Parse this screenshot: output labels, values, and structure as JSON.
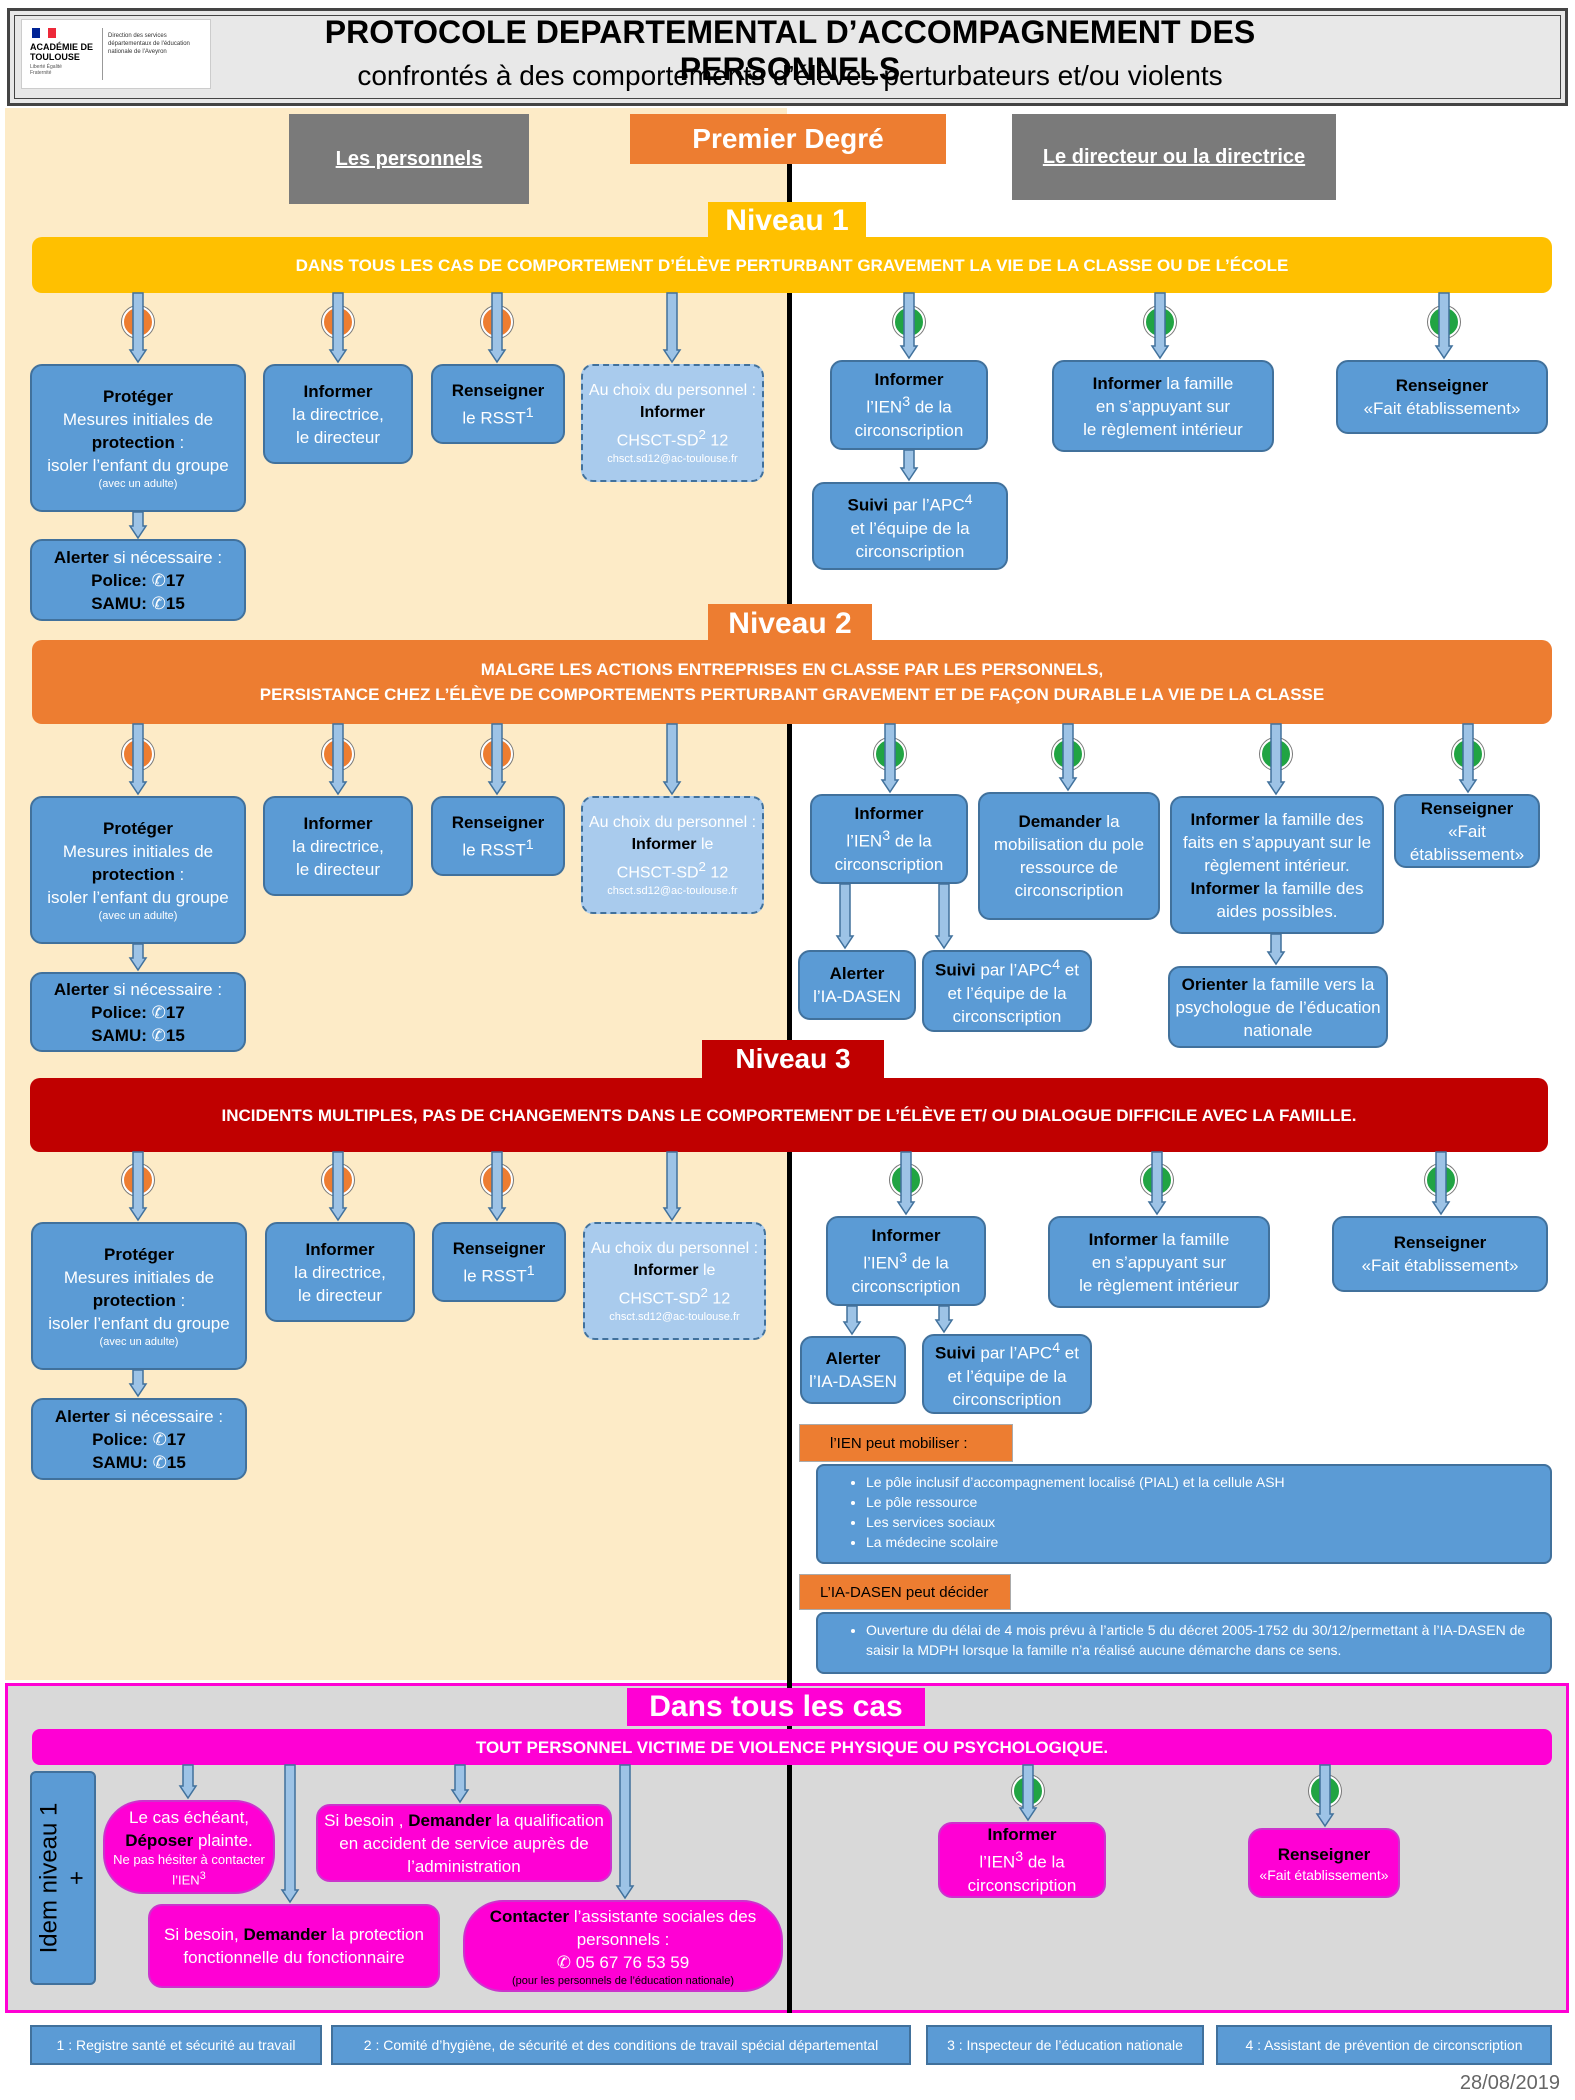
{
  "header": {
    "title": "PROTOCOLE DEPARTEMENTAL D’ACCOMPAGNEMENT DES PERSONNELS",
    "subtitle": "confrontés à des comportements d’élèves perturbateurs et/ou violents",
    "logo_academie": "ACADÉMIE DE TOULOUSE",
    "logo_motto": "Liberté Égalité Fraternité",
    "logo_service": "Direction des services départementaux de l'éducation nationale de l'Aveyron"
  },
  "columns": {
    "left": "Les personnels",
    "center": "Premier Degré",
    "right": "Le directeur ou la directrice "
  },
  "n1": {
    "title": "Niveau 1",
    "banner": "DANS TOUS LES CAS DE COMPORTEMENT D’ÉLÈVE PERTURBANT GRAVEMENT LA VIE DE LA CLASSE OU DE L’ÉCOLE",
    "colors": {
      "banner": "#ffc000"
    }
  },
  "n2": {
    "title": "Niveau 2",
    "banner1": "MALGRE LES ACTIONS ENTREPRISES EN CLASSE PAR LES PERSONNELS,",
    "banner2": "PERSISTANCE CHEZ L’ÉLÈVE DE COMPORTEMENTS PERTURBANT GRAVEMENT ET DE FAÇON DURABLE LA VIE DE LA CLASSE",
    "colors": {
      "banner": "#ed7d31"
    }
  },
  "n3": {
    "title": "Niveau 3",
    "banner": "INCIDENTS MULTIPLES, PAS DE CHANGEMENTS DANS LE COMPORTEMENT DE L’ÉLÈVE ET/ OU DIALOGUE DIFFICILE AVEC LA FAMILLE.",
    "colors": {
      "banner": "#c00000"
    }
  },
  "common": {
    "n1": "1",
    "n2": "2",
    "n3": "3",
    "n4": "4",
    "proteger": "Protéger",
    "mesures": "Mesures initiales de",
    "protection": "protection",
    "isoler": "isoler l’enfant du groupe",
    "avec_adulte": "(avec un adulte)",
    "alerter": "Alerter",
    "si_necessaire": " si nécessaire :",
    "police": "Police:",
    "police_num": "17",
    "samu": "SAMU:",
    "samu_num": "15",
    "informer": "Informer",
    "la_directrice": "la directrice,",
    "le_directeur": "le directeur",
    "renseigner": "Renseigner",
    "le_rsst": "le RSST",
    "sup1": "1",
    "au_choix": "Au choix du personnel :",
    "le": " le",
    "chsct": "CHSCT-SD",
    "sup2": "2",
    "chsct_num": " 12",
    "email": "chsct.sd12@ac-toulouse.fr",
    "ien": "l’IEN",
    "sup3": "3",
    "de_la": " de la",
    "circonscription": "circonscription",
    "famille": " la famille",
    "en_appuyant": "en s’appuyant sur",
    "reglement": "le règlement intérieur",
    "fait_etab": "«Fait établissement»",
    "suivi": "Suivi",
    "par_apc": " par l’APC",
    "sup4": "4",
    "et_equipe": "et l’équipe de la",
    "ia_dasen": "l’IA-DASEN",
    "et": " et",
    "demander": "Demander",
    "la": " la",
    "mobilisation": "mobilisation du pole ressource de circonscription",
    "famille_des": " la famille des faits en s’appuyant sur le règlement intérieur.",
    "aides": " la famille des aides possibles.",
    "orienter": "Orienter",
    "orienter_txt": " la famille vers la psychologue de l’éducation nationale"
  },
  "mobiliser": {
    "label": "l’IEN peut mobiliser :",
    "items": [
      "Le pôle inclusif d’accompagnement localisé (PIAL) et la cellule ASH",
      "Le pôle ressource",
      "Les services sociaux",
      "La médecine scolaire"
    ]
  },
  "decider": {
    "label": "L’IA-DASEN peut  décider",
    "item": "Ouverture du délai de 4 mois prévu à l’article 5 du décret 2005-1752 du 30/12/permettant à l’IA-DASEN de saisir la MDPH lorsque la famille n’a réalisé aucune démarche dans ce sens."
  },
  "tous": {
    "title": "Dans tous les cas",
    "banner": "TOUT PERSONNEL VICTIME DE VIOLENCE PHYSIQUE OU PSYCHOLOGIQUE.",
    "idem": "Idem  niveau 1",
    "plus": "+",
    "plainte1": "Le cas échéant,",
    "deposer": "Déposer",
    "plainte2": " plainte.",
    "plainte3": "Ne pas hésiter à contacter l’IEN",
    "besoin": "Si besoin ,",
    "demander": " Demander",
    "qualif": " la qualification en accident de service auprès de l’administration",
    "besoin2": "Si besoin,",
    "protection": " la protection fonctionnelle du fonctionnaire",
    "contacter": "Contacter",
    "assistante": " l’assistante sociales des personnels :",
    "tel": "05 67 76 53 59",
    "pour": "(pour les personnels de l’éducation nationale)",
    "fait": "«Fait établissement»"
  },
  "footnotes": [
    "1 : Registre santé et sécurité au travail",
    "2 : Comité d’hygiène, de sécurité et des conditions de travail spécial départemental",
    "3 : Inspecteur de l’éducation nationale",
    "4 : Assistant de prévention de circonscription"
  ],
  "date": "28/08/2019"
}
